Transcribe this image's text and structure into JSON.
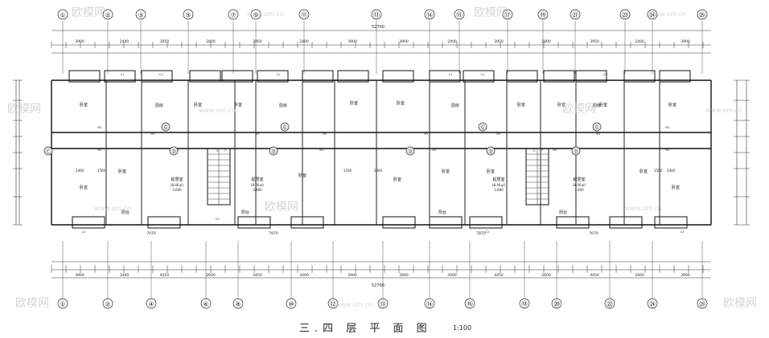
{
  "drawing": {
    "title": "三.四 层 平 面 图",
    "scale": "1:100",
    "total_dimension": "52700",
    "top_axis_labels": [
      "①",
      "②",
      "③",
      "⑤",
      "⑦",
      "⑨",
      "⑪",
      "⑬",
      "⑭",
      "⑮",
      "⑰",
      "⑲",
      "㉑",
      "㉓",
      "㉔",
      "㉕"
    ],
    "bottom_axis_labels": [
      "①",
      "②",
      "④",
      "⑥",
      "⑧",
      "⑩",
      "⑫",
      "⑬",
      "⑭",
      "⑯",
      "⑱",
      "⑳",
      "㉒",
      "㉔",
      "㉕"
    ],
    "side_axis_labels": [
      "Ⓒ",
      "Ⓓ",
      "Ⓖ"
    ],
    "top_dims_outer": [
      "3900",
      "2400",
      "3950",
      "2800",
      "3950",
      "2400",
      "3900",
      "3900",
      "2400",
      "3950",
      "2800",
      "3950",
      "2400",
      "3900"
    ],
    "bottom_dims_outer": [
      "3900",
      "3400",
      "4450",
      "2600",
      "4450",
      "3400",
      "3900",
      "3900",
      "3400",
      "4450",
      "2600",
      "4450",
      "3400",
      "3900"
    ],
    "room_labels": {
      "bedroom": "卧室",
      "living": "起居室",
      "living_area": "(8.40㎡)",
      "living_height": "3.600",
      "balcony": "阳台",
      "kitchen": "厨房",
      "stair_up": "上",
      "stair_down": "下",
      "dim_2400": "2400",
      "dim_1500": "1500",
      "dim_7070": "7070",
      "dim_7870": "7870",
      "door_m1": "M1",
      "door_m2": "M2",
      "win_c1": "C1",
      "win_c2": "C2"
    },
    "watermark": "欧模网",
    "watermark_url": "www.om.cn"
  }
}
